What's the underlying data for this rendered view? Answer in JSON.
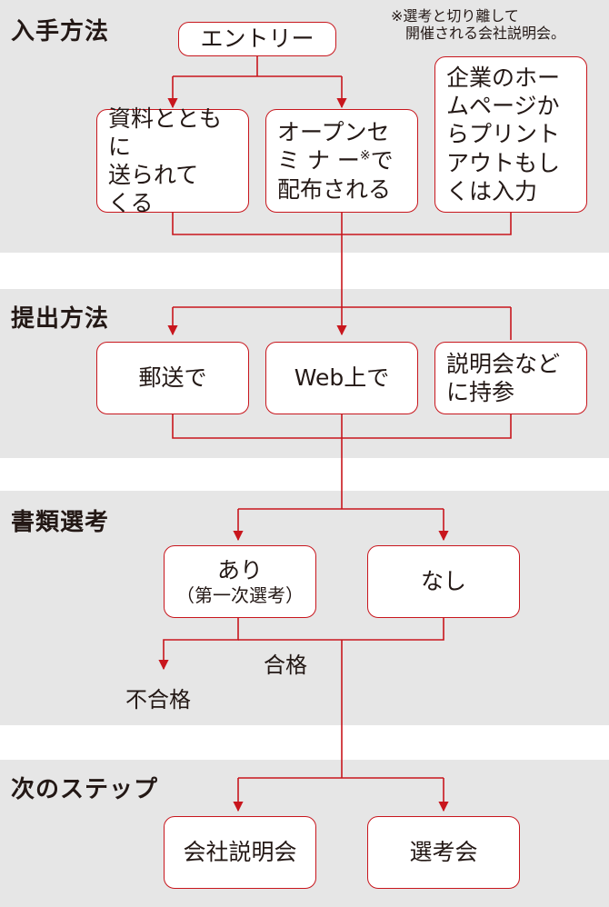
{
  "sections": [
    {
      "title": "入手方法"
    },
    {
      "title": "提出方法"
    },
    {
      "title": "書類選考"
    },
    {
      "title": "次のステップ"
    }
  ],
  "note": "※選考と切り離して\n　開催される会社説明会。",
  "nodes": {
    "entry": "エントリー",
    "docs_sent": "資料とともに\n送られて\nくる",
    "open_seminar_a": "オープンセ\nミ ナ ー",
    "open_seminar_mark": "※",
    "open_seminar_b": "で\n配布される",
    "homepage_print": "企業のホー\nムページか\nらプリント\nアウトもし\nくは入力",
    "by_mail": "郵送で",
    "on_web": "Web上で",
    "bring_briefing": "説明会など\nに持参",
    "screening_yes": "あり",
    "screening_yes_sub": "（第一次選考）",
    "screening_no": "なし",
    "company_briefing": "会社説明会",
    "selection_meeting": "選考会"
  },
  "labels": {
    "pass": "合格",
    "fail": "不合格"
  },
  "colors": {
    "accent": "#c8161d",
    "band": "#e6e6e6",
    "text": "#231815"
  }
}
